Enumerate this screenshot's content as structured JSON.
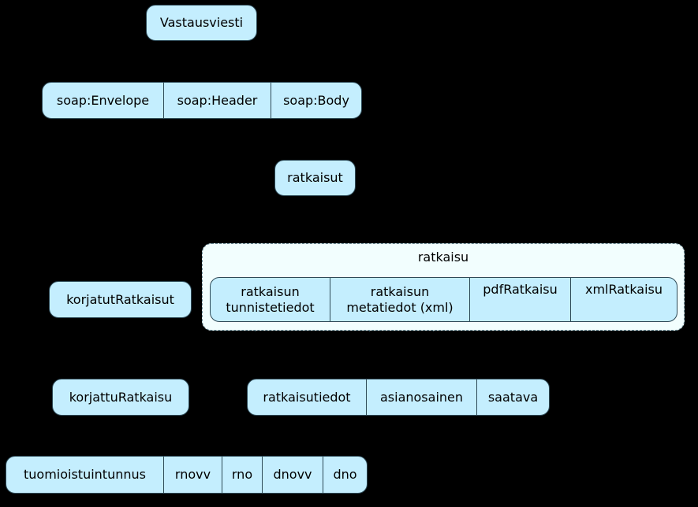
{
  "root": {
    "label": "Vastausviesti"
  },
  "envelope": {
    "cells": [
      "soap:Envelope",
      "soap:Header",
      "soap:Body"
    ]
  },
  "ratkaisut": {
    "label": "ratkaisut"
  },
  "korjatutRatkaisut": {
    "label": "korjatutRatkaisut"
  },
  "korjattuRatkaisu": {
    "label": "korjattuRatkaisu"
  },
  "ratkaisu": {
    "title": "ratkaisu",
    "cells": [
      {
        "line1": "ratkaisun",
        "line2": "tunnistetiedot"
      },
      {
        "line1": "ratkaisun",
        "line2": "metatiedot (xml)"
      },
      {
        "line1": "pdfRatkaisu",
        "line2": ""
      },
      {
        "line1": "xmlRatkaisu",
        "line2": ""
      }
    ]
  },
  "details": {
    "cells": [
      "ratkaisutiedot",
      "asianosainen",
      "saatava"
    ]
  },
  "identifiers": {
    "cells": [
      "tuomioistuintunnus",
      "rnovv",
      "rno",
      "dnovv",
      "dno"
    ]
  }
}
